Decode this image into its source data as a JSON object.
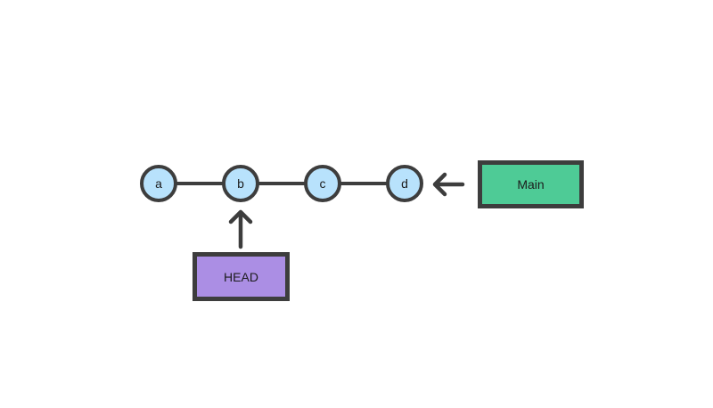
{
  "diagram": {
    "colors": {
      "background": "#ffffff",
      "stroke": "#3d3d3d",
      "text": "#1c1c1c",
      "commit_fill": "#b8e2fc",
      "main_fill": "#4ecb96",
      "head_fill": "#ab8ee4"
    },
    "commits": [
      {
        "label": "a"
      },
      {
        "label": "b"
      },
      {
        "label": "c"
      },
      {
        "label": "d"
      }
    ],
    "branch_label": {
      "text": "Main"
    },
    "head_label": {
      "text": "HEAD"
    },
    "icons": {
      "main_pointer": "left-arrow-icon",
      "head_pointer": "up-arrow-icon"
    }
  }
}
